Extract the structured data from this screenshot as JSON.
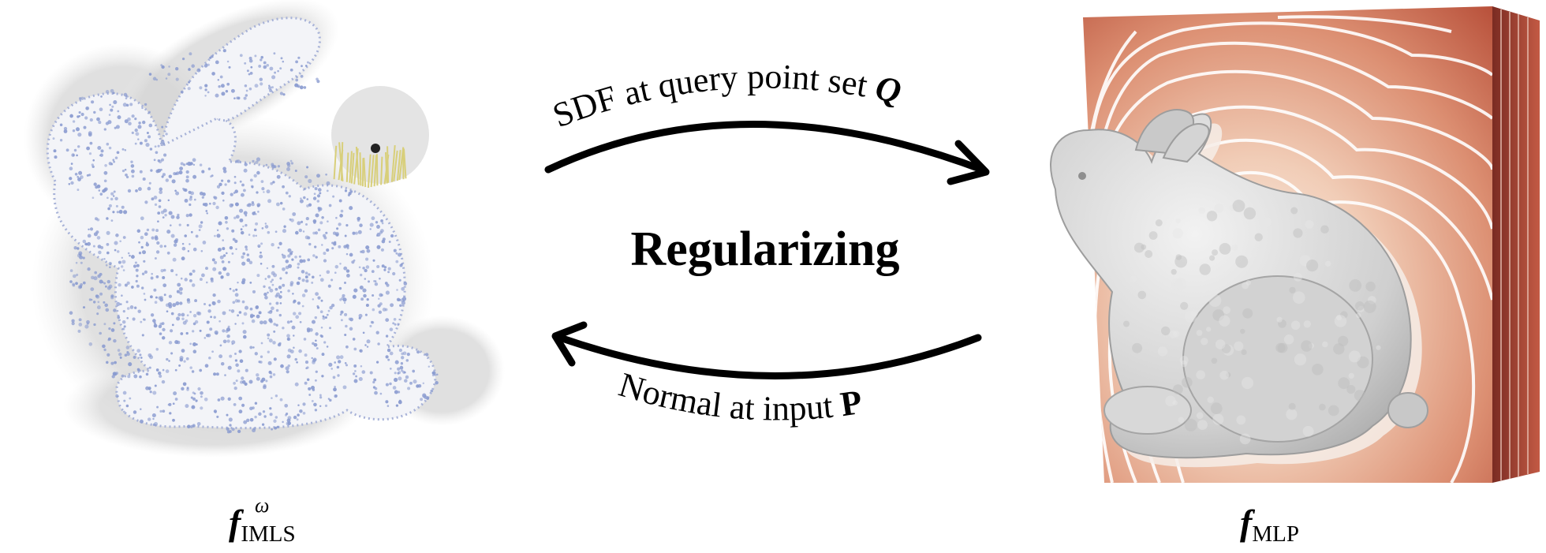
{
  "figure": {
    "arrow_top_label_text": "SDF at query point set ",
    "arrow_top_label_symbol": "Q",
    "arrow_bottom_label_text": "Normal at input ",
    "arrow_bottom_label_symbol": "P",
    "center_label": "Regularizing",
    "left_caption": {
      "symbol": "f",
      "superscript": "ω",
      "subscript": "IMLS"
    },
    "right_caption": {
      "symbol": "f",
      "subscript": "MLP"
    }
  },
  "colors": {
    "point_blue": "#8a9bd0",
    "normal_gray": "#c8c8c8",
    "highlight_yellow": "#d8cf7a",
    "sdf_light": "#f6e1d4",
    "sdf_dark": "#b8503a",
    "mesh_gray": "#cfcfcf"
  }
}
